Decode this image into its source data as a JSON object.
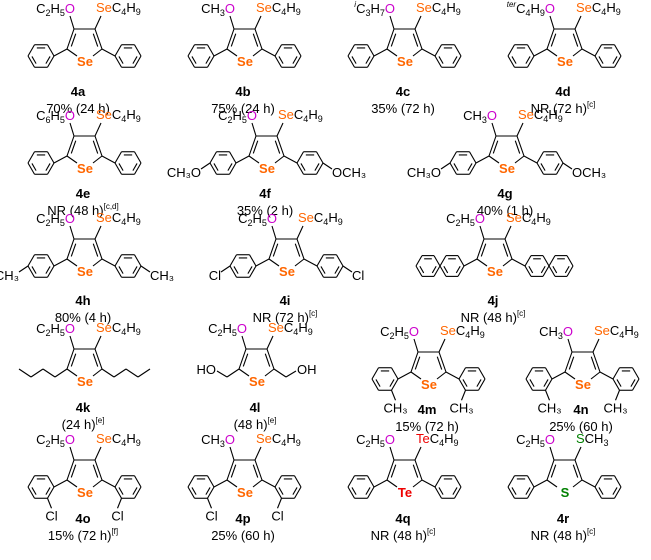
{
  "colors": {
    "oxygen": "#cc00cc",
    "selenium": "#ff6600",
    "tellurium": "#ee0000",
    "sulfur": "#008000",
    "bond": "#000000",
    "text": "#000000"
  },
  "compounds": [
    {
      "id": "4a",
      "ring": "Se",
      "oxy": [
        [
          "C",
          ""
        ],
        [
          "2",
          "sub"
        ],
        [
          "H",
          ""
        ],
        [
          "5",
          "sub"
        ],
        [
          "O",
          "O"
        ]
      ],
      "chalc": [
        [
          "Se",
          "Se"
        ],
        [
          "C",
          ""
        ],
        [
          "4",
          "sub"
        ],
        [
          "H",
          ""
        ],
        [
          "9",
          "sub"
        ]
      ],
      "aryl": "phenyl",
      "yield": [
        [
          "70% (24 h)",
          ""
        ]
      ]
    },
    {
      "id": "4b",
      "ring": "Se",
      "oxy": [
        [
          "CH",
          ""
        ],
        [
          "3",
          "sub"
        ],
        [
          "O",
          "O"
        ]
      ],
      "chalc": [
        [
          "Se",
          "Se"
        ],
        [
          "C",
          ""
        ],
        [
          "4",
          "sub"
        ],
        [
          "H",
          ""
        ],
        [
          "9",
          "sub"
        ]
      ],
      "aryl": "phenyl",
      "yield": [
        [
          "75% (24 h)",
          ""
        ]
      ]
    },
    {
      "id": "4c",
      "ring": "Se",
      "oxy": [
        [
          "i",
          "isup"
        ],
        [
          "C",
          ""
        ],
        [
          "3",
          "sub"
        ],
        [
          "H",
          ""
        ],
        [
          "7",
          "sub"
        ],
        [
          "O",
          "O"
        ]
      ],
      "chalc": [
        [
          "Se",
          "Se"
        ],
        [
          "C",
          ""
        ],
        [
          "4",
          "sub"
        ],
        [
          "H",
          ""
        ],
        [
          "9",
          "sub"
        ]
      ],
      "aryl": "phenyl",
      "yield": [
        [
          "35% (72 h)",
          ""
        ]
      ]
    },
    {
      "id": "4d",
      "ring": "Se",
      "oxy": [
        [
          "ter",
          "isup"
        ],
        [
          "C",
          ""
        ],
        [
          "4",
          "sub"
        ],
        [
          "H",
          ""
        ],
        [
          "9",
          "sub"
        ],
        [
          "O",
          "O"
        ]
      ],
      "chalc": [
        [
          "Se",
          "Se"
        ],
        [
          "C",
          ""
        ],
        [
          "4",
          "sub"
        ],
        [
          "H",
          ""
        ],
        [
          "9",
          "sub"
        ]
      ],
      "aryl": "phenyl",
      "yield": [
        [
          "NR (72 h)",
          ""
        ],
        [
          "[c]",
          "sup"
        ]
      ]
    },
    {
      "id": "4e",
      "ring": "Se",
      "oxy": [
        [
          "C",
          ""
        ],
        [
          "6",
          "sub"
        ],
        [
          "H",
          ""
        ],
        [
          "5",
          "sub"
        ],
        [
          "O",
          "O"
        ]
      ],
      "chalc": [
        [
          "Se",
          "Se"
        ],
        [
          "C",
          ""
        ],
        [
          "4",
          "sub"
        ],
        [
          "H",
          ""
        ],
        [
          "9",
          "sub"
        ]
      ],
      "aryl": "phenyl",
      "yield": [
        [
          "NR (48 h)",
          ""
        ],
        [
          "[c,d]",
          "sup"
        ]
      ]
    },
    {
      "id": "4f",
      "ring": "Se",
      "oxy": [
        [
          "C",
          ""
        ],
        [
          "2",
          "sub"
        ],
        [
          "H",
          ""
        ],
        [
          "5",
          "sub"
        ],
        [
          "O",
          "O"
        ]
      ],
      "chalc": [
        [
          "Se",
          "Se"
        ],
        [
          "C",
          ""
        ],
        [
          "4",
          "sub"
        ],
        [
          "H",
          ""
        ],
        [
          "9",
          "sub"
        ]
      ],
      "aryl": "methoxyphenyl",
      "yield": [
        [
          "35% (2 h)",
          ""
        ]
      ]
    },
    {
      "id": "4g",
      "ring": "Se",
      "oxy": [
        [
          "CH",
          ""
        ],
        [
          "3",
          "sub"
        ],
        [
          "O",
          "O"
        ]
      ],
      "chalc": [
        [
          "Se",
          "Se"
        ],
        [
          "C",
          ""
        ],
        [
          "4",
          "sub"
        ],
        [
          "H",
          ""
        ],
        [
          "9",
          "sub"
        ]
      ],
      "aryl": "methoxyphenyl",
      "yield": [
        [
          "40% (1 h)",
          ""
        ]
      ]
    },
    {
      "id": "4h",
      "ring": "Se",
      "oxy": [
        [
          "C",
          ""
        ],
        [
          "2",
          "sub"
        ],
        [
          "H",
          ""
        ],
        [
          "5",
          "sub"
        ],
        [
          "O",
          "O"
        ]
      ],
      "chalc": [
        [
          "Se",
          "Se"
        ],
        [
          "C",
          ""
        ],
        [
          "4",
          "sub"
        ],
        [
          "H",
          ""
        ],
        [
          "9",
          "sub"
        ]
      ],
      "aryl": "tolyl",
      "yield": [
        [
          "80% (4 h)",
          ""
        ]
      ]
    },
    {
      "id": "4i",
      "ring": "Se",
      "oxy": [
        [
          "C",
          ""
        ],
        [
          "2",
          "sub"
        ],
        [
          "H",
          ""
        ],
        [
          "5",
          "sub"
        ],
        [
          "O",
          "O"
        ]
      ],
      "chalc": [
        [
          "Se",
          "Se"
        ],
        [
          "C",
          ""
        ],
        [
          "4",
          "sub"
        ],
        [
          "H",
          ""
        ],
        [
          "9",
          "sub"
        ]
      ],
      "aryl": "chlorophenyl",
      "yield": [
        [
          "NR (72 h)",
          ""
        ],
        [
          "[c]",
          "sup"
        ]
      ]
    },
    {
      "id": "4j",
      "ring": "Se",
      "oxy": [
        [
          "C",
          ""
        ],
        [
          "2",
          "sub"
        ],
        [
          "H",
          ""
        ],
        [
          "5",
          "sub"
        ],
        [
          "O",
          "O"
        ]
      ],
      "chalc": [
        [
          "Se",
          "Se"
        ],
        [
          "C",
          ""
        ],
        [
          "4",
          "sub"
        ],
        [
          "H",
          ""
        ],
        [
          "9",
          "sub"
        ]
      ],
      "aryl": "naphthyl",
      "yield": [
        [
          "NR (48 h)",
          ""
        ],
        [
          "[c]",
          "sup"
        ]
      ]
    },
    {
      "id": "4k",
      "ring": "Se",
      "oxy": [
        [
          "C",
          ""
        ],
        [
          "2",
          "sub"
        ],
        [
          "H",
          ""
        ],
        [
          "5",
          "sub"
        ],
        [
          "O",
          "O"
        ]
      ],
      "chalc": [
        [
          "Se",
          "Se"
        ],
        [
          "C",
          ""
        ],
        [
          "4",
          "sub"
        ],
        [
          "H",
          ""
        ],
        [
          "9",
          "sub"
        ]
      ],
      "aryl": "butyl",
      "yield": [
        [
          "(24 h)",
          ""
        ],
        [
          "[e]",
          "sup"
        ]
      ]
    },
    {
      "id": "4l",
      "ring": "Se",
      "oxy": [
        [
          "C",
          ""
        ],
        [
          "2",
          "sub"
        ],
        [
          "H",
          ""
        ],
        [
          "5",
          "sub"
        ],
        [
          "O",
          "O"
        ]
      ],
      "chalc": [
        [
          "Se",
          "Se"
        ],
        [
          "C",
          ""
        ],
        [
          "4",
          "sub"
        ],
        [
          "H",
          ""
        ],
        [
          "9",
          "sub"
        ]
      ],
      "aryl": "hydroxymethyl",
      "left_text": "HO",
      "right_text": "OH",
      "yield": [
        [
          "(48 h)",
          ""
        ],
        [
          "[e]",
          "sup"
        ]
      ]
    },
    {
      "id": "4m",
      "ring": "Se",
      "oxy": [
        [
          "C",
          ""
        ],
        [
          "2",
          "sub"
        ],
        [
          "H",
          ""
        ],
        [
          "5",
          "sub"
        ],
        [
          "O",
          "O"
        ]
      ],
      "chalc": [
        [
          "Se",
          "Se"
        ],
        [
          "C",
          ""
        ],
        [
          "4",
          "sub"
        ],
        [
          "H",
          ""
        ],
        [
          "9",
          "sub"
        ]
      ],
      "aryl": "o-tolyl",
      "left_text": "CH3",
      "right_text": "CH3",
      "yield": [
        [
          "15% (72 h)",
          ""
        ]
      ]
    },
    {
      "id": "4n",
      "ring": "Se",
      "oxy": [
        [
          "CH",
          ""
        ],
        [
          "3",
          "sub"
        ],
        [
          "O",
          "O"
        ]
      ],
      "chalc": [
        [
          "Se",
          "Se"
        ],
        [
          "C",
          ""
        ],
        [
          "4",
          "sub"
        ],
        [
          "H",
          ""
        ],
        [
          "9",
          "sub"
        ]
      ],
      "aryl": "o-tolyl",
      "left_text": "CH3",
      "right_text": "CH3",
      "yield": [
        [
          "25% (60 h)",
          ""
        ]
      ]
    },
    {
      "id": "4o",
      "ring": "Se",
      "oxy": [
        [
          "C",
          ""
        ],
        [
          "2",
          "sub"
        ],
        [
          "H",
          ""
        ],
        [
          "5",
          "sub"
        ],
        [
          "O",
          "O"
        ]
      ],
      "chalc": [
        [
          "Se",
          "Se"
        ],
        [
          "C",
          ""
        ],
        [
          "4",
          "sub"
        ],
        [
          "H",
          ""
        ],
        [
          "9",
          "sub"
        ]
      ],
      "aryl": "o-chlorophenyl",
      "left_text": "Cl",
      "right_text": "Cl",
      "yield": [
        [
          "15% (72 h)",
          ""
        ],
        [
          "[f]",
          "sup"
        ]
      ]
    },
    {
      "id": "4p",
      "ring": "Se",
      "oxy": [
        [
          "CH",
          ""
        ],
        [
          "3",
          "sub"
        ],
        [
          "O",
          "O"
        ]
      ],
      "chalc": [
        [
          "Se",
          "Se"
        ],
        [
          "C",
          ""
        ],
        [
          "4",
          "sub"
        ],
        [
          "H",
          ""
        ],
        [
          "9",
          "sub"
        ]
      ],
      "aryl": "o-chlorophenyl",
      "left_text": "Cl",
      "right_text": "Cl",
      "yield": [
        [
          "25% (60 h)",
          ""
        ]
      ]
    },
    {
      "id": "4q",
      "ring": "Te",
      "oxy": [
        [
          "C",
          ""
        ],
        [
          "2",
          "sub"
        ],
        [
          "H",
          ""
        ],
        [
          "5",
          "sub"
        ],
        [
          "O",
          "O"
        ]
      ],
      "chalc": [
        [
          "Te",
          "Te"
        ],
        [
          "C",
          ""
        ],
        [
          "4",
          "sub"
        ],
        [
          "H",
          ""
        ],
        [
          "9",
          "sub"
        ]
      ],
      "aryl": "phenyl",
      "yield": [
        [
          "NR (48 h)",
          ""
        ],
        [
          "[c]",
          "sup"
        ]
      ]
    },
    {
      "id": "4r",
      "ring": "S",
      "oxy": [
        [
          "C",
          ""
        ],
        [
          "2",
          "sub"
        ],
        [
          "H",
          ""
        ],
        [
          "5",
          "sub"
        ],
        [
          "O",
          "O"
        ]
      ],
      "chalc": [
        [
          "S",
          "S"
        ],
        [
          "CH",
          ""
        ],
        [
          "3",
          "sub"
        ]
      ],
      "aryl": "phenyl",
      "yield": [
        [
          "NR (48 h)",
          ""
        ],
        [
          "[c]",
          "sup"
        ]
      ]
    }
  ]
}
